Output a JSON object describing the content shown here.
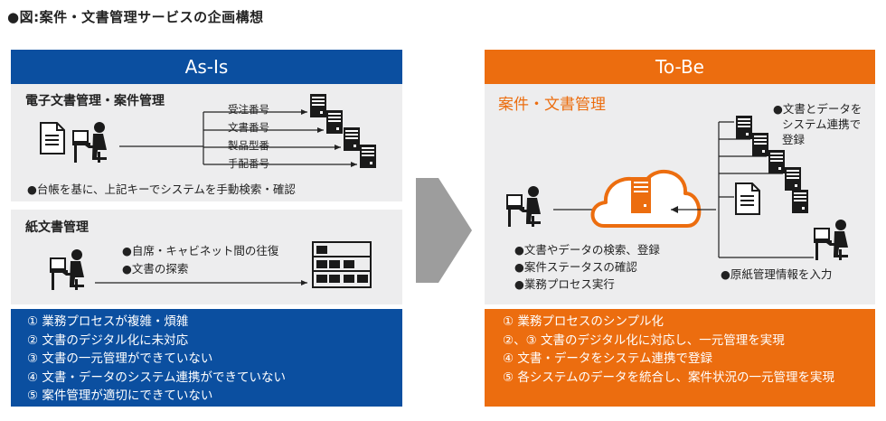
{
  "page_title": "●図:案件・文書管理サービスの企画構想",
  "as_is": {
    "header": "As-Is",
    "electronic": {
      "title": "電子文書管理・案件管理",
      "labels": [
        "受注番号",
        "文書番号",
        "製品型番",
        "手配番号"
      ],
      "note": "●台帳を基に、上記キーでシステムを手動検索・確認"
    },
    "paper": {
      "title": "紙文書管理",
      "bullets": [
        "●自席・キャビネット間の往復",
        "●文書の探索"
      ]
    },
    "issues": [
      "① 業務プロセスが複雑・煩雑",
      "② 文書のデジタル化に未対応",
      "③ 文書の一元管理ができていない",
      "④ 文書・データのシステム連携ができていない",
      "⑤ 案件管理が適切にできていない"
    ]
  },
  "to_be": {
    "header": "To-Be",
    "title": "案件・文書管理",
    "sync_note": [
      "●文書とデータを",
      "システム連携で",
      "登録"
    ],
    "user_bullets": [
      "●文書やデータの検索、登録",
      "●案件ステータスの確認",
      "●業務プロセス実行"
    ],
    "input_note": "●原紙管理情報を入力",
    "benefits": [
      "① 業務プロセスのシンプル化",
      "②、③ 文書のデジタル化に対応し、一元管理を実現",
      "④ 文書・データをシステム連携で登録",
      "⑤ 各システムのデータを統合し、案件状況の一元管理を実現"
    ]
  },
  "colors": {
    "as_is_blue": "#0b4fa0",
    "to_be_orange": "#ec6d0f",
    "panel_gray": "#ededee",
    "arrow_gray": "#9d9d9d"
  }
}
